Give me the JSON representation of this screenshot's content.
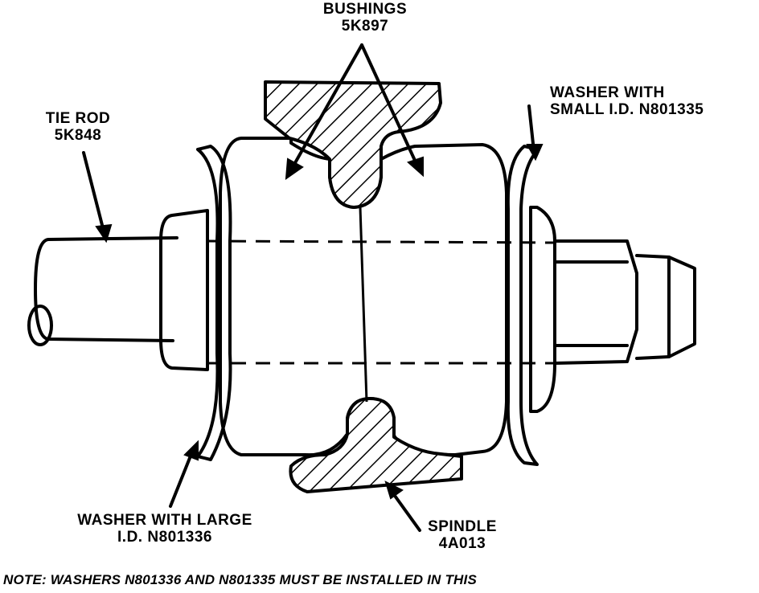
{
  "labels": {
    "bushings": {
      "line1": "BUSHINGS",
      "line2": "5K897"
    },
    "tie_rod": {
      "line1": "TIE ROD",
      "line2": "5K848"
    },
    "washer_small": {
      "line1": "WASHER WITH",
      "line2": "SMALL I.D. N801335"
    },
    "washer_large": {
      "line1": "WASHER WITH LARGE",
      "line2": "I.D. N801336"
    },
    "spindle": {
      "line1": "SPINDLE",
      "line2": "4A013"
    }
  },
  "note": "NOTE: WASHERS N801336 AND N801335 MUST BE INSTALLED IN THIS",
  "colors": {
    "ink": "#000000",
    "paper": "#ffffff"
  }
}
